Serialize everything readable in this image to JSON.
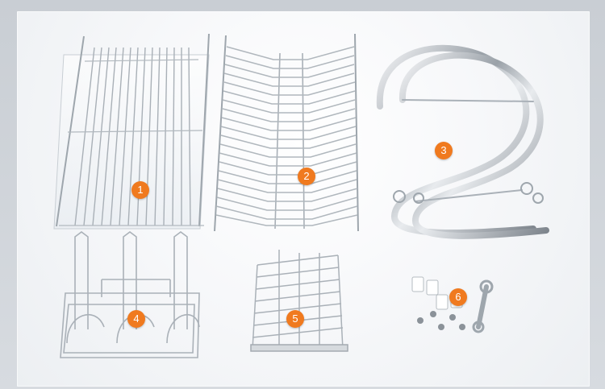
{
  "image": {
    "background_color": "#cfd3d8",
    "photo_background": "#f7f8fa",
    "badge_color": "#f07a1f"
  },
  "parts": [
    {
      "id": "1",
      "label": "1"
    },
    {
      "id": "2",
      "label": "2"
    },
    {
      "id": "3",
      "label": "3"
    },
    {
      "id": "4",
      "label": "4"
    },
    {
      "id": "5",
      "label": "5"
    },
    {
      "id": "6",
      "label": "6"
    }
  ]
}
